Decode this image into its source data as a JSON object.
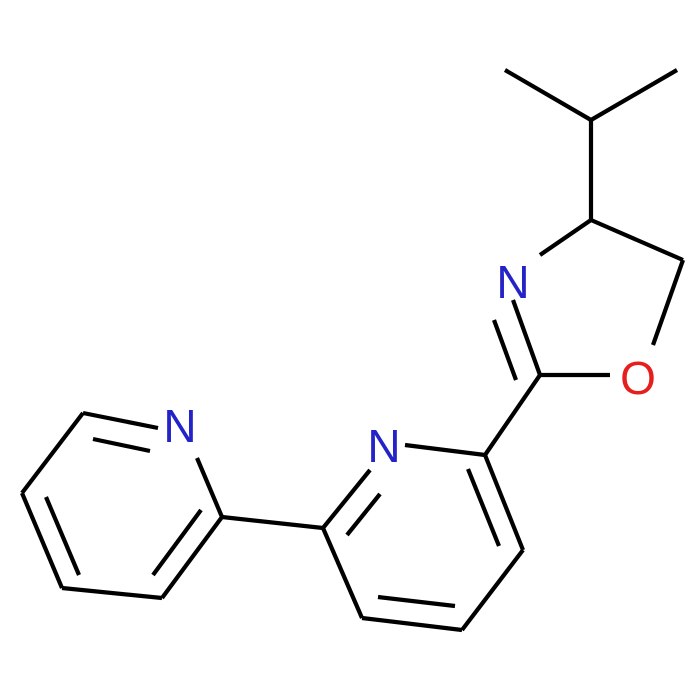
{
  "molecule": {
    "atoms": [
      {
        "id": "n_pyr1",
        "label": "N",
        "color": "#2323c8"
      },
      {
        "id": "n_pyr2",
        "label": "N",
        "color": "#2323c8"
      },
      {
        "id": "n_oxazoline",
        "label": "N",
        "color": "#2323c8"
      },
      {
        "id": "o_oxazoline",
        "label": "O",
        "color": "#e61e1e"
      }
    ],
    "bond_color": "#000000"
  }
}
